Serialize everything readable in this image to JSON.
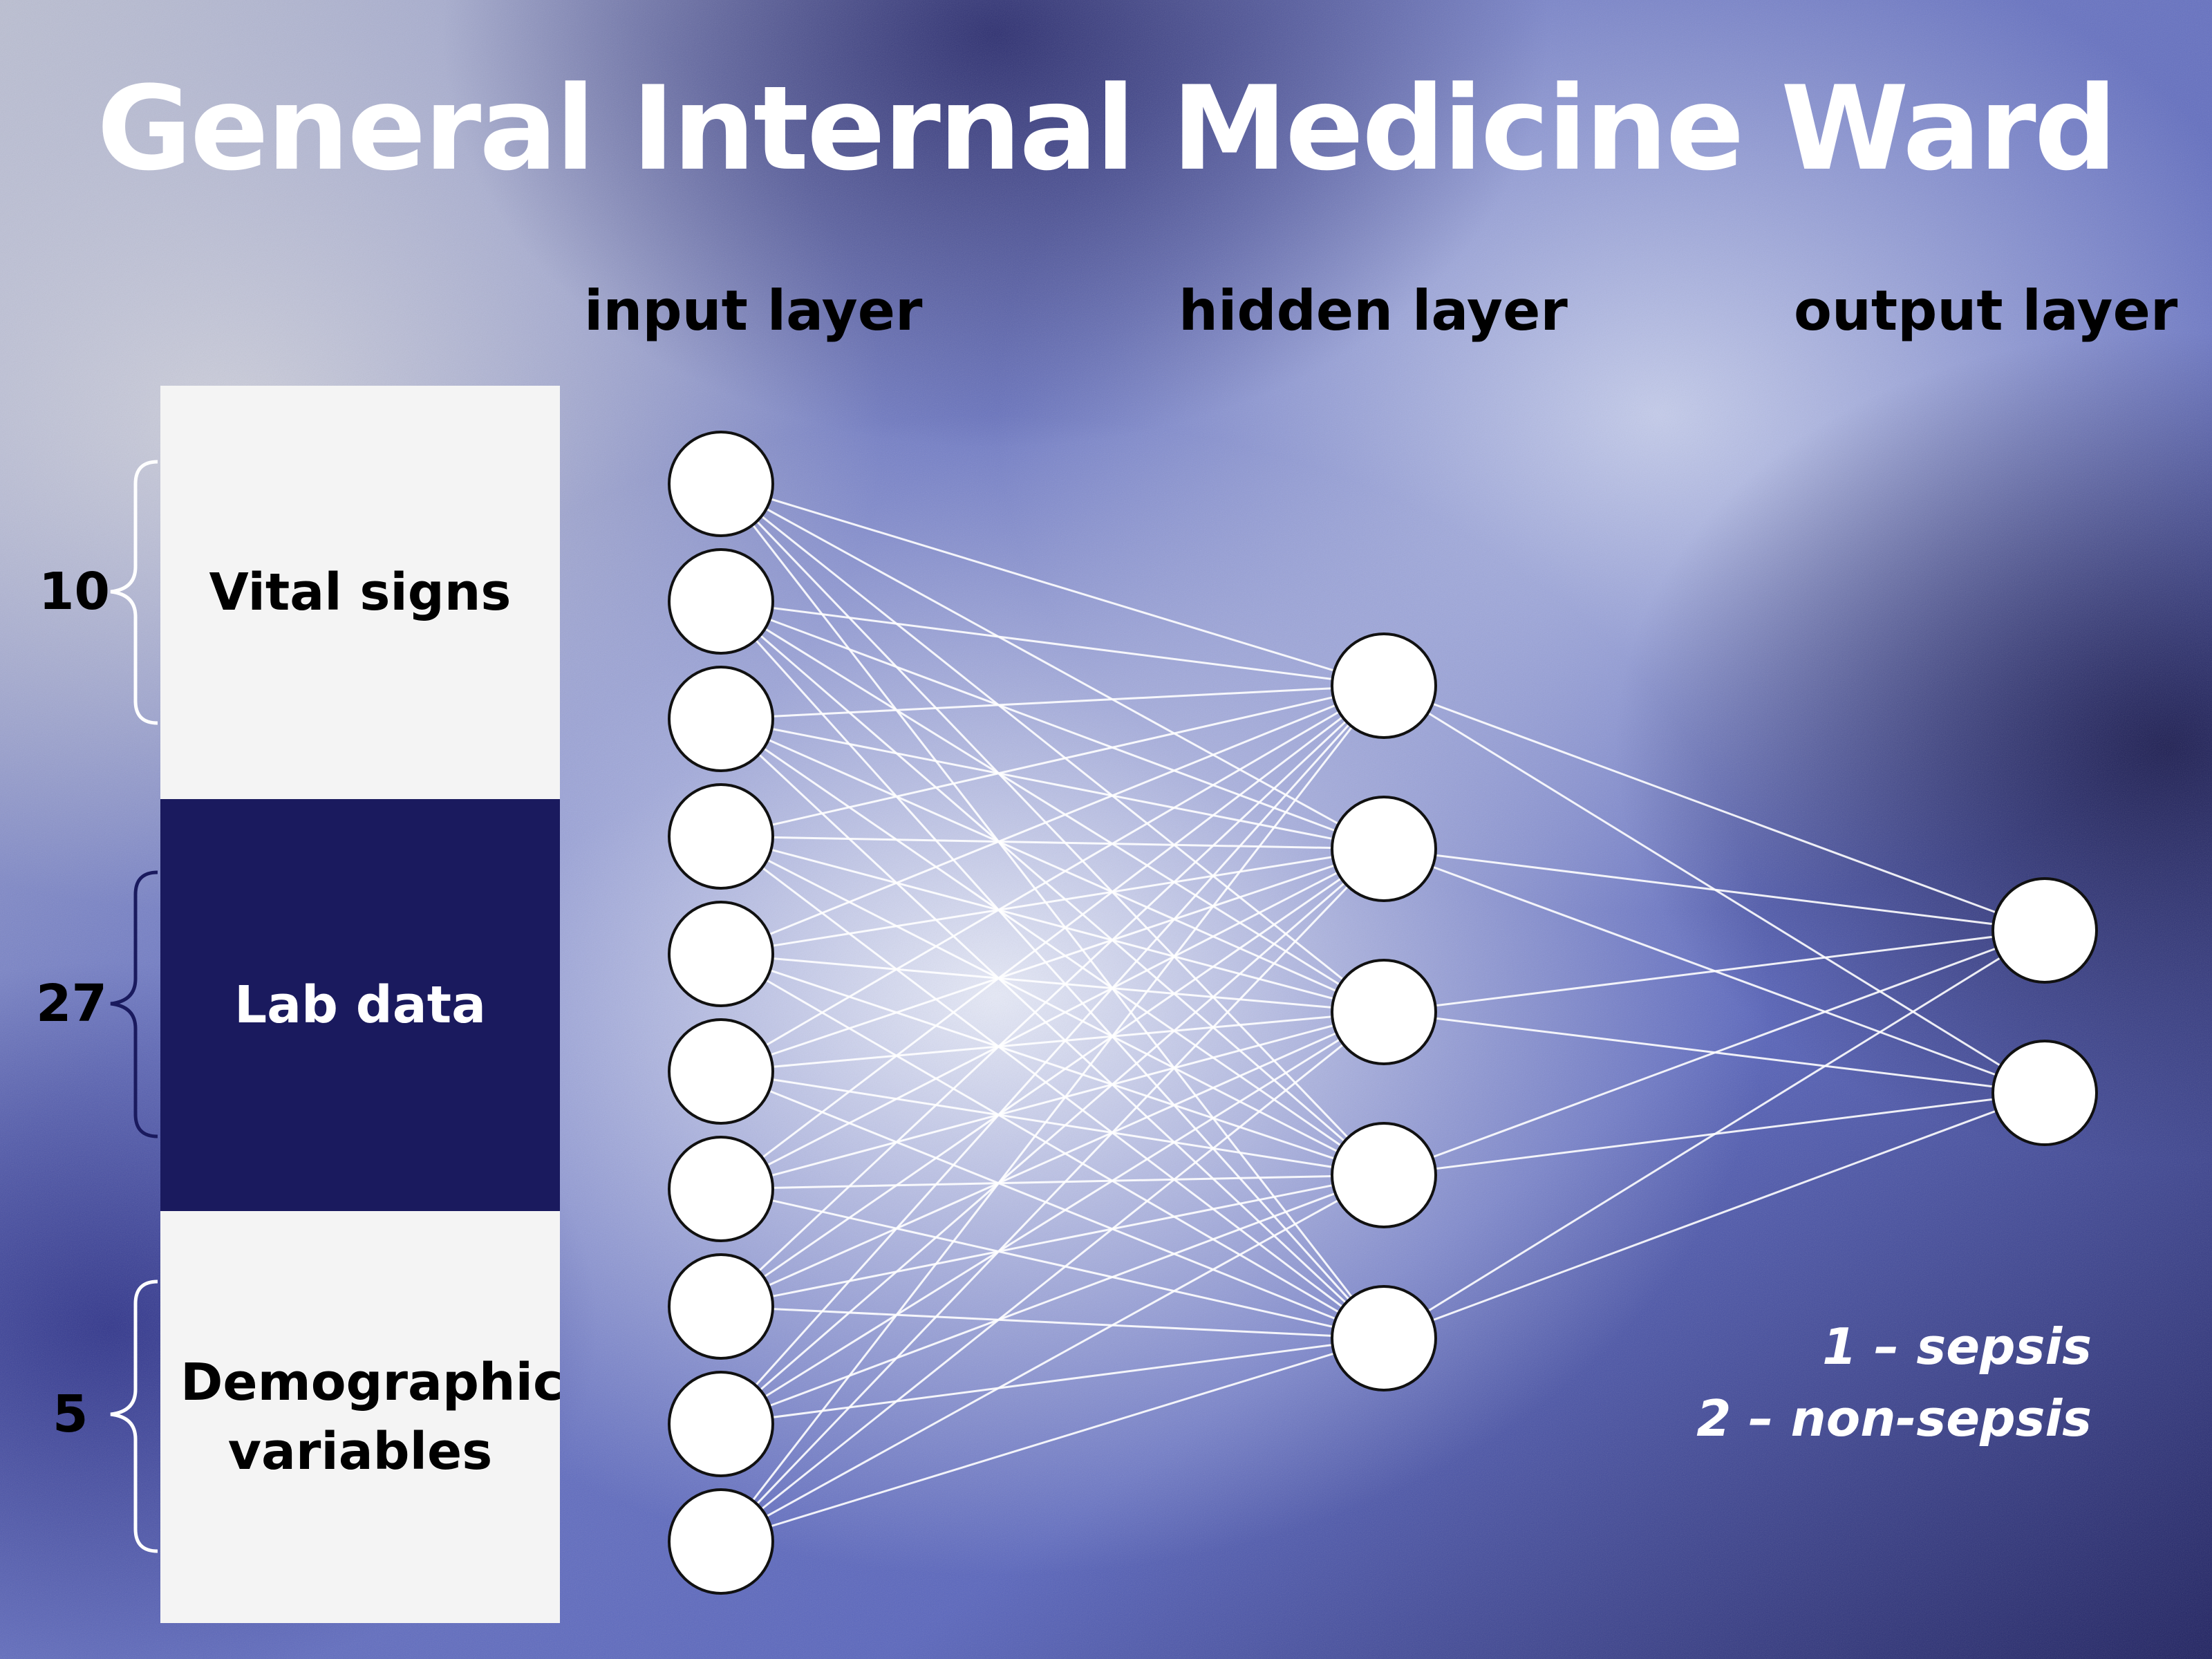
{
  "title": "General Internal Medicine Ward",
  "layers": {
    "input": "input layer",
    "hidden": "hidden layer",
    "output": "output layer"
  },
  "input_groups": [
    {
      "label": "Vital signs",
      "count": "10"
    },
    {
      "label": "Lab data",
      "count": "27"
    },
    {
      "label": "Demographic variables",
      "count": "5"
    }
  ],
  "output_legend": [
    "1 – sepsis",
    "2 – non-sepsis"
  ],
  "network": {
    "input_nodes": 10,
    "hidden_nodes": 5,
    "output_nodes": 2
  },
  "colors": {
    "panel_light": "#f4f4f4",
    "panel_dark": "#1a1a5e",
    "bg_dark": "#2e3182",
    "bg_light": "#c9d3ec",
    "connection": "#ffffff",
    "node_fill": "#ffffff",
    "node_stroke": "#111111"
  }
}
